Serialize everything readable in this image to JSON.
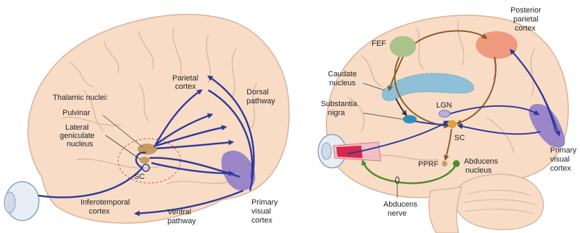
{
  "left_panel": {
    "labels": {
      "thalamic_nuclei": "Thalamic nuclei:",
      "pulvinar": "Pulvinar",
      "lgn_line1": "Lateral",
      "lgn_line2": "geniculate",
      "lgn_line3": "nucleus",
      "sc": "SC",
      "parietal_line1": "Parietal",
      "parietal_line2": "cortex",
      "dorsal_line1": "Dorsal",
      "dorsal_line2": "pathway",
      "inferotemporal_line1": "Inferotemporal",
      "inferotemporal_line2": "cortex",
      "ventral_line1": "Ventral",
      "ventral_line2": "pathway",
      "primary_line1": "Primary",
      "primary_line2": "visual",
      "primary_line3": "cortex"
    }
  },
  "right_panel": {
    "labels": {
      "posterior_line1": "Posterior",
      "posterior_line2": "parietal",
      "posterior_line3": "cortex",
      "fef": "FEF",
      "caudate_line1": "Caudate",
      "caudate_line2": "nucleus",
      "substantia_line1": "Substantia",
      "substantia_line2": "nigra",
      "lgn": "LGN",
      "sc": "SC",
      "pprf": "PPRF",
      "abducens_nucleus_line1": "Abducens",
      "abducens_nucleus_line2": "nucleus",
      "abducens_nerve_line1": "Abducens",
      "abducens_nerve_line2": "nerve",
      "primary_line1": "Primary",
      "primary_line2": "visual",
      "primary_line3": "cortex"
    }
  },
  "colors": {
    "brain_fill": "#f8dcc6",
    "brain_stroke": "#d6b09a",
    "pathway_blue": "#2f3a98",
    "motor_brown": "#8a5a2a",
    "nerve_green": "#4f8a2a",
    "visual_cortex": "#9b86c8",
    "fef": "#a9c38a",
    "parietal": "#ef9a7e",
    "caudate": "#8fc0d8",
    "thalamus": "#c89a64",
    "sc_orange": "#e2a23a",
    "substantia": "#2f8fb8"
  }
}
